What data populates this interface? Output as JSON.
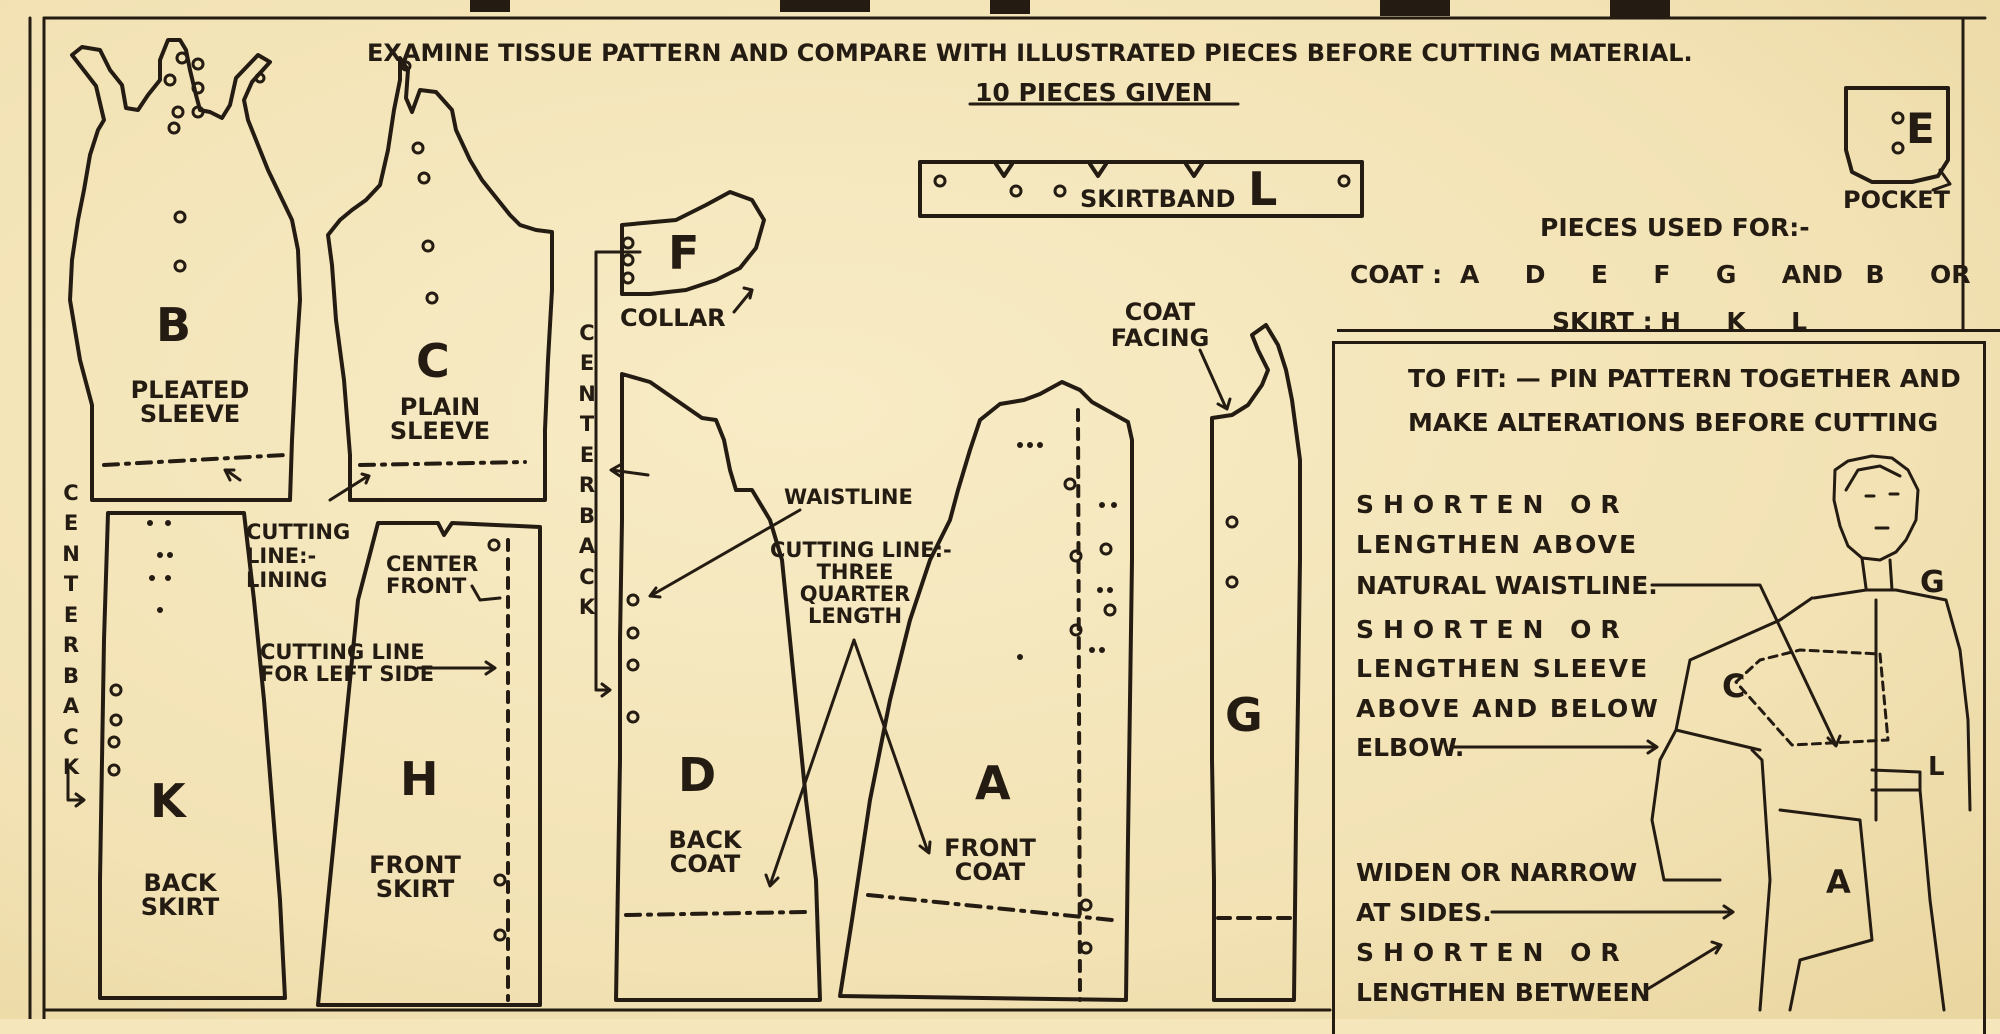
{
  "header": {
    "instruction": "EXAMINE TISSUE PATTERN AND COMPARE WITH ILLUSTRATED PIECES BEFORE CUTTING MATERIAL.",
    "pieces_given": "10 PIECES GIVEN"
  },
  "pieces": {
    "B": {
      "letter": "B",
      "name_line1": "PLEATED",
      "name_line2": "SLEEVE"
    },
    "C": {
      "letter": "C",
      "name_line1": "PLAIN",
      "name_line2": "SLEEVE"
    },
    "K": {
      "letter": "K",
      "name_line1": "BACK",
      "name_line2": "SKIRT"
    },
    "H": {
      "letter": "H",
      "name_line1": "FRONT",
      "name_line2": "SKIRT"
    },
    "D": {
      "letter": "D",
      "name_line1": "BACK",
      "name_line2": "COAT"
    },
    "A": {
      "letter": "A",
      "name_line1": "FRONT",
      "name_line2": "COAT"
    },
    "F": {
      "letter": "F",
      "name": "COLLAR"
    },
    "G": {
      "letter": "G",
      "name_line1": "COAT",
      "name_line2": "FACING"
    },
    "L": {
      "letter": "L",
      "name": "SKIRTBAND"
    },
    "E": {
      "letter": "E",
      "name": "POCKET"
    }
  },
  "annotations": {
    "center_back_left": "CENTER BACK",
    "center_back_middle": "CENTER BACK",
    "cutting_line_lining_1": "CUTTING",
    "cutting_line_lining_2": "LINE:-",
    "cutting_line_lining_3": "LINING",
    "center_front_1": "CENTER",
    "center_front_2": "FRONT",
    "cutting_left_side_1": "CUTTING LINE",
    "cutting_left_side_2": "FOR LEFT SIDE",
    "waistline": "WAISTLINE",
    "three_quarter_1": "CUTTING LINE:-",
    "three_quarter_2": "THREE",
    "three_quarter_3": "QUARTER",
    "three_quarter_4": "LENGTH"
  },
  "usage": {
    "title": "PIECES USED FOR:-",
    "coat_label": "COAT :",
    "coat_pieces": "A  D  E  F  G  AND B  OR  C",
    "skirt_label": "SKIRT :",
    "skirt_pieces": "H  K  L"
  },
  "fit_box": {
    "line1": "TO FIT: — PIN PATTERN TOGETHER AND",
    "line2": "MAKE ALTERATIONS BEFORE CUTTING",
    "shorten1_a": "SHORTEN OR",
    "shorten1_b": "LENGTHEN ABOVE",
    "shorten1_c": "NATURAL WAISTLINE.",
    "shorten2_a": "SHORTEN OR",
    "shorten2_b": "LENGTHEN SLEEVE",
    "shorten2_c": "ABOVE AND BELOW",
    "shorten2_d": "ELBOW.",
    "widen_a": "WIDEN OR NARROW",
    "widen_b": "AT SIDES.",
    "shorten3_a": "SHORTEN OR",
    "shorten3_b": "LENGTHEN BETWEEN",
    "fig_c": "C",
    "fig_g": "G",
    "fig_l": "L",
    "fig_a": "A"
  }
}
